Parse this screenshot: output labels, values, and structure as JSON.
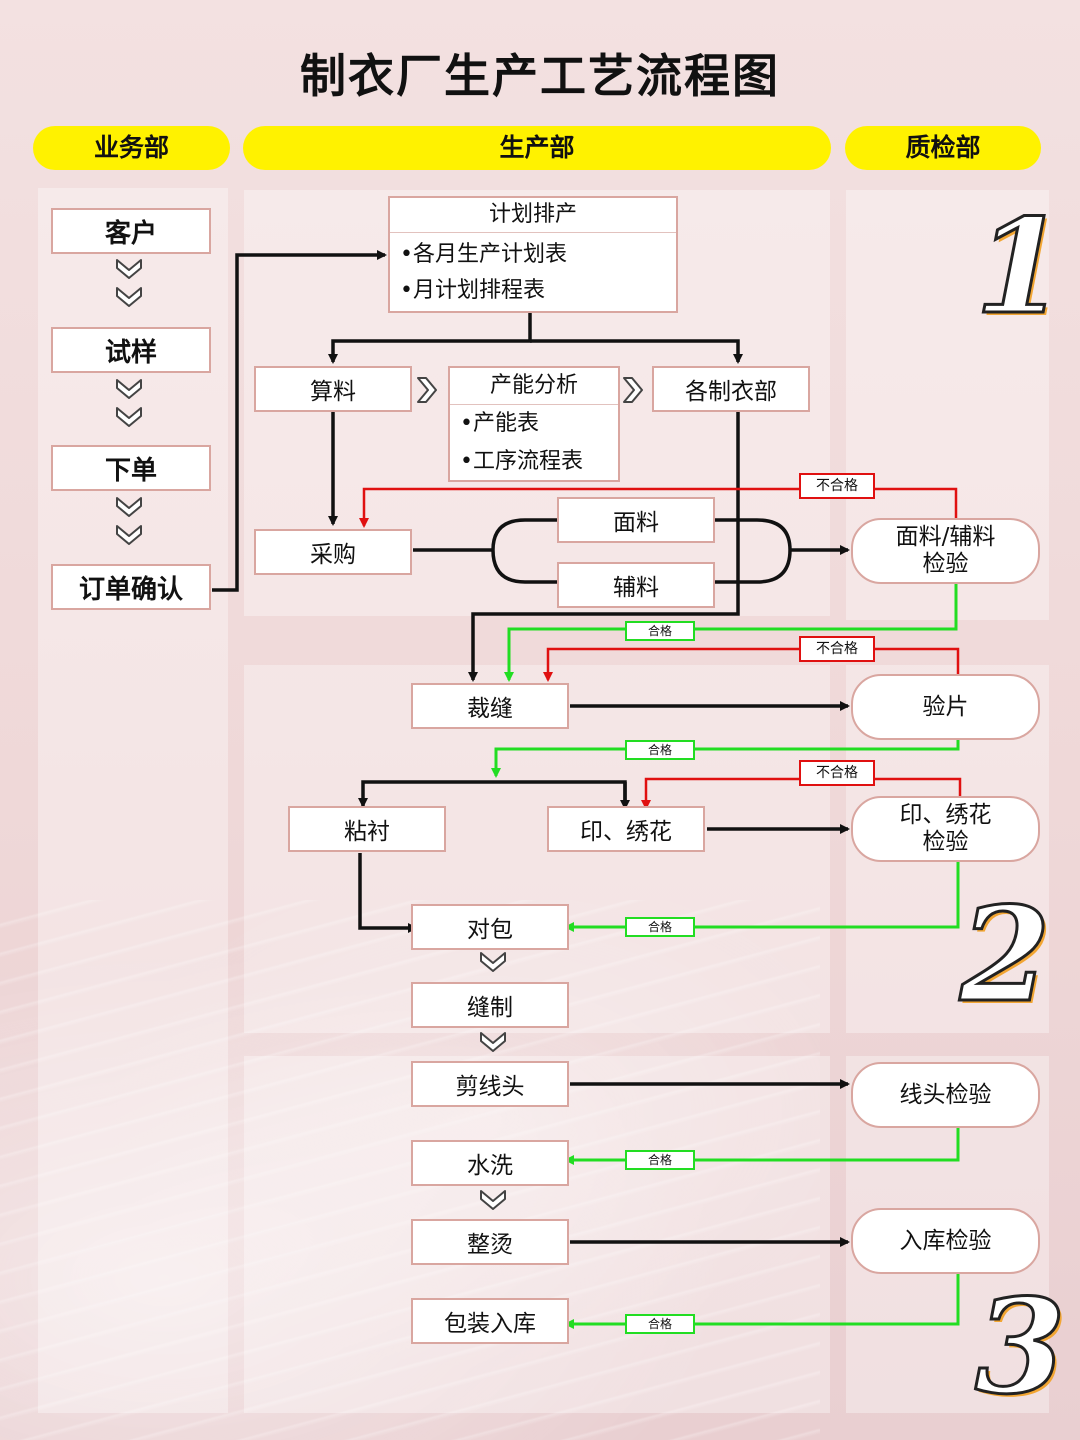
{
  "title": "制衣厂生产工艺流程图",
  "departments": {
    "business": "业务部",
    "production": "生产部",
    "qc": "质检部"
  },
  "business_steps": [
    "客户",
    "试样",
    "下单",
    "订单确认"
  ],
  "plan": {
    "title": "计划排产",
    "items": [
      "•各月生产计划表",
      "•月计划排程表"
    ]
  },
  "calc": "算料",
  "capacity": {
    "title": "产能分析",
    "items": [
      "•产能表",
      "•工序流程表"
    ]
  },
  "workshops": "各制衣部",
  "purchase": "采购",
  "fabric": "面料",
  "accessory": "辅料",
  "cutting": "裁缝",
  "fusing": "粘衬",
  "print_embroider": "印、绣花",
  "bundle": "对包",
  "sewing": "缝制",
  "trim": "剪线头",
  "wash": "水洗",
  "ironing": "整烫",
  "packing": "包装入库",
  "qc_steps": {
    "fabric_check": [
      "面料/辅料",
      "检验"
    ],
    "piece_check": "验片",
    "print_check": [
      "印、绣花",
      "检验"
    ],
    "thread_check": "线头检验",
    "storage_check": "入库检验"
  },
  "labels": {
    "fail": "不合格",
    "pass": "合格"
  },
  "stages": [
    "1",
    "2",
    "3"
  ],
  "colors": {
    "accent": "#fff200",
    "fail": "#e01010",
    "pass": "#22dd22",
    "border": "#d9a6a0"
  }
}
